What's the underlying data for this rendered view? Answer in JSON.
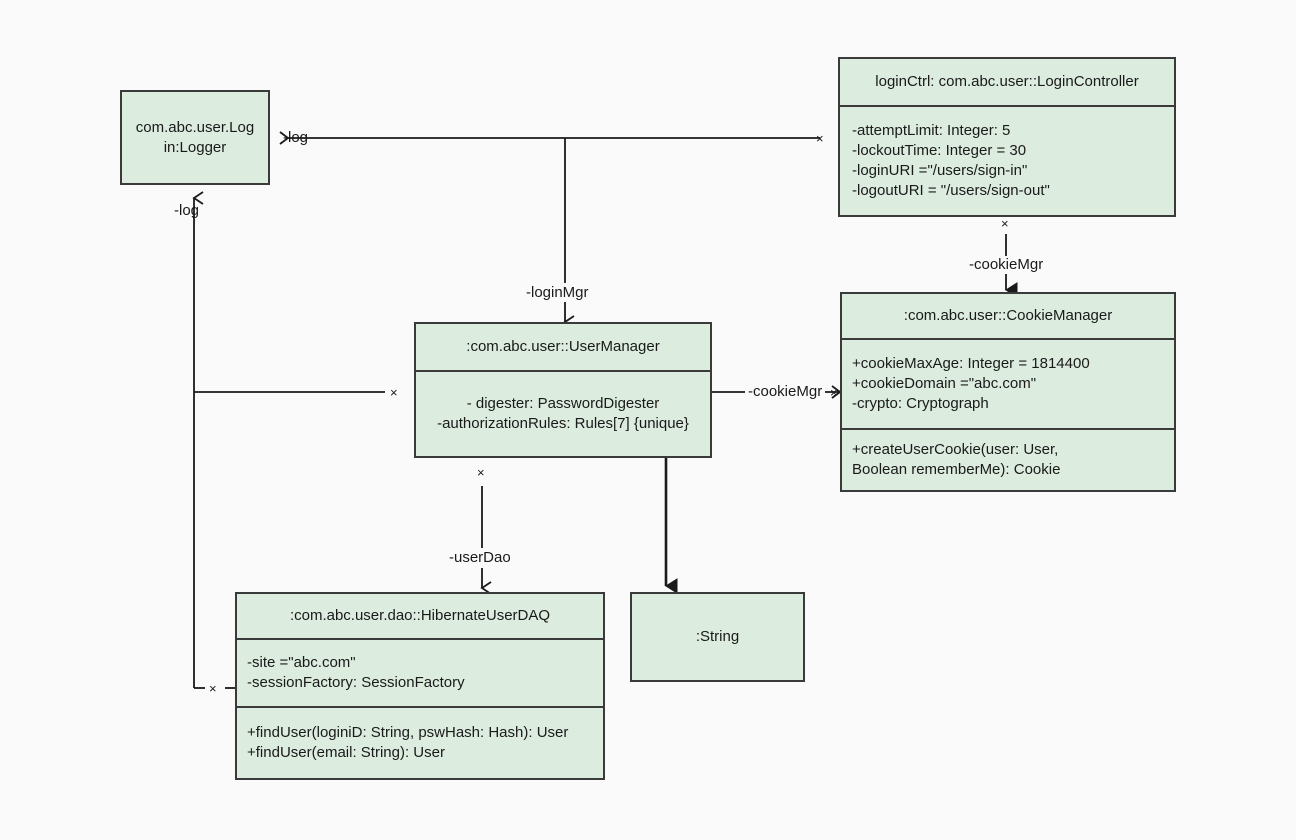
{
  "diagram": {
    "type": "uml-object-diagram",
    "background_color": "#fafafa",
    "box_fill_color": "#dcecdf",
    "box_border_color": "#3a3a3a",
    "text_color": "#1a1a1a"
  },
  "boxes": {
    "logger": {
      "name": "com.abc.user.Log\nin:Logger"
    },
    "login_controller": {
      "name": "loginCtrl: com.abc.user::LoginController",
      "attributes": "-attemptLimit: Integer: 5\n-lockoutTime: Integer = 30\n-loginURI =\"/users/sign-in\"\n-logoutURI = \"/users/sign-out\""
    },
    "user_manager": {
      "name": ":com.abc.user::UserManager",
      "attributes": "- digester: PasswordDigester\n-authorizationRules: Rules[7] {unique}"
    },
    "cookie_manager": {
      "name": ":com.abc.user::CookieManager",
      "attributes": "+cookieMaxAge: Integer = 1814400\n+cookieDomain =\"abc.com\"\n-crypto: Cryptograph",
      "operations": "+createUserCookie(user: User,\nBoolean rememberMe): Cookie"
    },
    "hibernate_user_dao": {
      "name": ":com.abc.user.dao::HibernateUserDAQ",
      "attributes": "-site =\"abc.com\"\n-sessionFactory: SessionFactory",
      "operations": "+findUser(loginiD: String, pswHash: Hash): User\n+findUser(email: String): User"
    },
    "string": {
      "name": ":String"
    }
  },
  "edges": {
    "log_from_controller": {
      "label": "-log"
    },
    "log_from_trunk": {
      "label": "-log"
    },
    "login_mgr": {
      "label": "-loginMgr"
    },
    "cookie_mgr_from_controller": {
      "label": "-cookieMgr"
    },
    "cookie_mgr_from_manager": {
      "label": "-cookieMgr"
    },
    "user_dao": {
      "label": "-userDao"
    }
  },
  "markers": {
    "cross": "×"
  }
}
